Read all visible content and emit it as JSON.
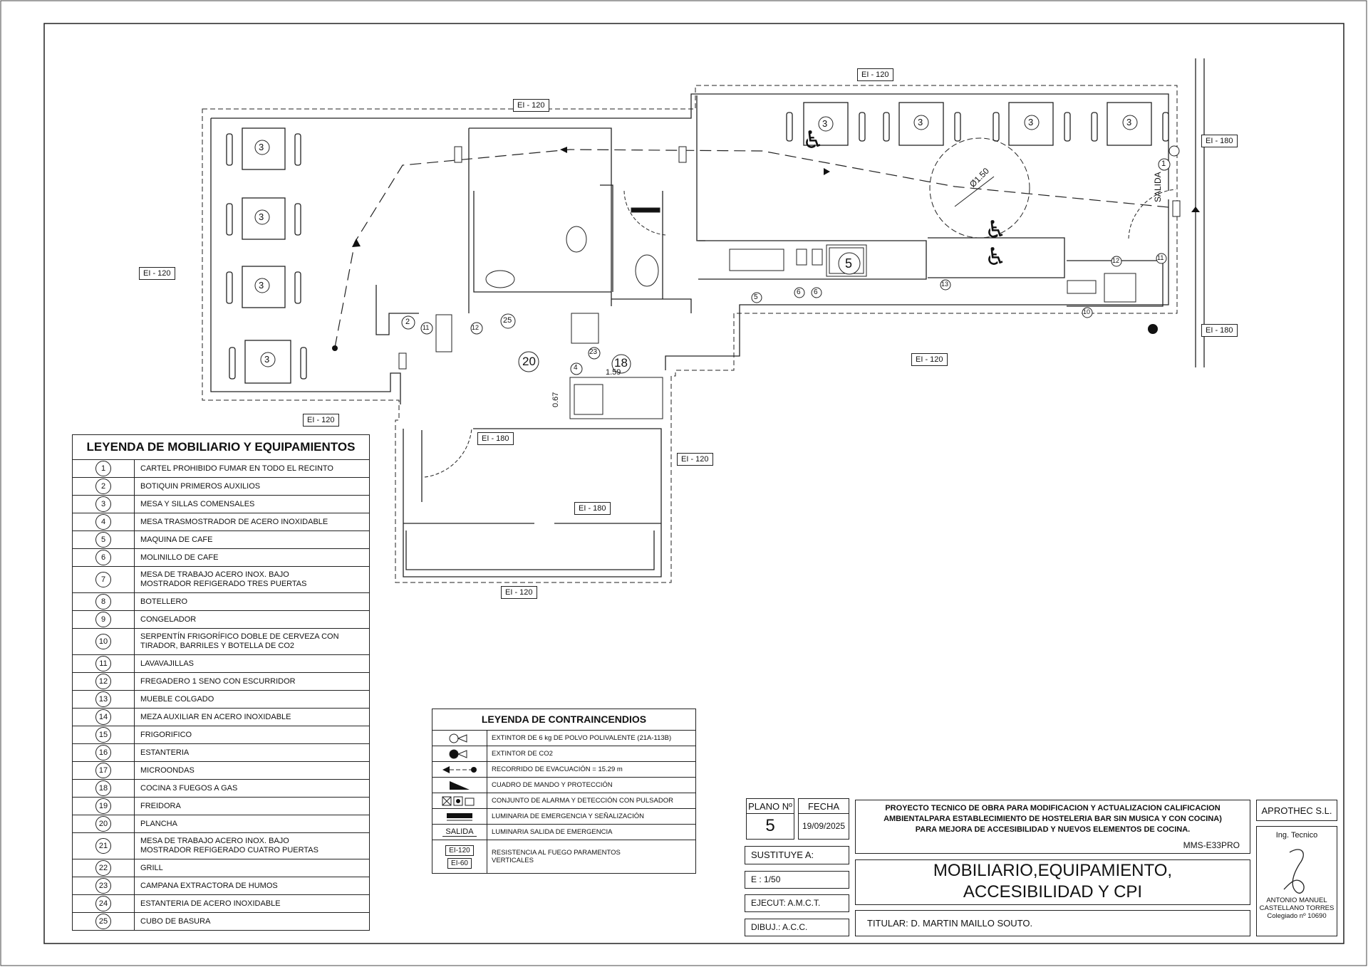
{
  "fire_rating_tags": {
    "t1": "EI - 120",
    "t2": "EI - 120",
    "t3": "EI - 120",
    "t4": "EI - 120",
    "t5": "EI - 180",
    "t6": "EI - 180",
    "t7": "EI - 120",
    "t8": "EI - 180",
    "t9": "EI - 120",
    "t10": "EI - 180",
    "t11": "EI - 120"
  },
  "plan_labels": {
    "salida": "SALIDA",
    "dim_circle": "Ø1.50",
    "dim_width": "1.59",
    "dim_depth": "0.67"
  },
  "plan_markers": {
    "m3": "3",
    "m1": "1",
    "m5": "5",
    "m6": "6",
    "m2": "2",
    "m11": "11",
    "m12": "12",
    "m25": "25",
    "m20": "20",
    "m4": "4",
    "m23": "23",
    "m18": "18",
    "m13": "13",
    "m10": "10"
  },
  "legend_furniture": {
    "title": "LEYENDA DE MOBILIARIO Y EQUIPAMIENTOS",
    "items": [
      {
        "n": "1",
        "t": "CARTEL PROHIBIDO FUMAR EN TODO EL RECINTO"
      },
      {
        "n": "2",
        "t": "BOTIQUIN PRIMEROS AUXILIOS"
      },
      {
        "n": "3",
        "t": "MESA Y SILLAS COMENSALES"
      },
      {
        "n": "4",
        "t": "MESA TRASMOSTRADOR DE ACERO INOXIDABLE"
      },
      {
        "n": "5",
        "t": "MAQUINA DE CAFE"
      },
      {
        "n": "6",
        "t": "MOLINILLO DE CAFE"
      },
      {
        "n": "7",
        "t": "MESA DE TRABAJO ACERO INOX. BAJO\nMOSTRADOR REFIGERADO TRES PUERTAS"
      },
      {
        "n": "8",
        "t": "BOTELLERO"
      },
      {
        "n": "9",
        "t": "CONGELADOR"
      },
      {
        "n": "10",
        "t": "SERPENTÍN FRIGORÍFICO DOBLE DE CERVEZA CON\nTIRADOR, BARRILES Y BOTELLA DE CO2"
      },
      {
        "n": "11",
        "t": "LAVAVAJILLAS"
      },
      {
        "n": "12",
        "t": "FREGADERO 1 SENO CON ESCURRIDOR"
      },
      {
        "n": "13",
        "t": "MUEBLE COLGADO"
      },
      {
        "n": "14",
        "t": "MEZA AUXILIAR EN ACERO INOXIDABLE"
      },
      {
        "n": "15",
        "t": "FRIGORIFICO"
      },
      {
        "n": "16",
        "t": "ESTANTERIA"
      },
      {
        "n": "17",
        "t": "MICROONDAS"
      },
      {
        "n": "18",
        "t": "COCINA 3 FUEGOS A GAS"
      },
      {
        "n": "19",
        "t": "FREIDORA"
      },
      {
        "n": "20",
        "t": "PLANCHA"
      },
      {
        "n": "21",
        "t": "MESA DE TRABAJO ACERO INOX. BAJO\nMOSTRADOR REFIGERADO CUATRO PUERTAS"
      },
      {
        "n": "22",
        "t": "GRILL"
      },
      {
        "n": "23",
        "t": "CAMPANA EXTRACTORA DE HUMOS"
      },
      {
        "n": "24",
        "t": "ESTANTERIA DE ACERO INOXIDABLE"
      },
      {
        "n": "25",
        "t": "CUBO DE BASURA"
      }
    ]
  },
  "legend_fire": {
    "title": "LEYENDA DE CONTRAINCENDIOS",
    "items": [
      "EXTINTOR DE 6 kg DE POLVO POLIVALENTE (21A-113B)",
      "EXTINTOR DE CO2",
      "RECORRIDO DE EVACUACIÓN = 15.29 m",
      "CUADRO DE MANDO Y PROTECCIÓN",
      "CONJUNTO DE ALARMA Y DETECCIÓN CON PULSADOR",
      "LUMINARIA DE EMERGENCIA Y SEÑALIZACIÓN",
      "LUMINARIA SALIDA DE EMERGENCIA",
      "RESISTENCIA AL FUEGO PARAMENTOS\nVERTICALES"
    ],
    "sym_salida": "SALIDA",
    "sym_ei120": "EI-120",
    "sym_ei60": "EI-60"
  },
  "title_block": {
    "plano_label": "PLANO Nº",
    "plano_value": "5",
    "fecha_label": "FECHA",
    "fecha_value": "19/09/2025",
    "sustituye": "SUSTITUYE A:",
    "escala": "E : 1/50",
    "ejecut": "EJECUT: A.M.C.T.",
    "dibuj": "DIBUJ.: A.C.C.",
    "project_line1": "PROYECTO TECNICO DE OBRA PARA MODIFICACION Y ACTUALIZACION CALIFICACION",
    "project_line2": "AMBIENTALPARA ESTABLECIMIENTO DE HOSTELERIA BAR SIN MUSICA Y CON COCINA)",
    "project_line3": "PARA MEJORA DE ACCESIBILIDAD Y NUEVOS ELEMENTOS DE COCINA.",
    "project_code": "MMS-E33PRO",
    "drawing_title_1": "MOBILIARIO,EQUIPAMIENTO,",
    "drawing_title_2": "ACCESIBILIDAD Y CPI",
    "titular": "TITULAR: D. MARTIN MAILLO SOUTO.",
    "company": "APROTHEC S.L.",
    "engineer_role": "Ing. Tecnico",
    "engineer_name_1": "ANTONIO MANUEL",
    "engineer_name_2": "CASTELLANO TORRES",
    "engineer_reg": "Colegiado nº 10690"
  }
}
